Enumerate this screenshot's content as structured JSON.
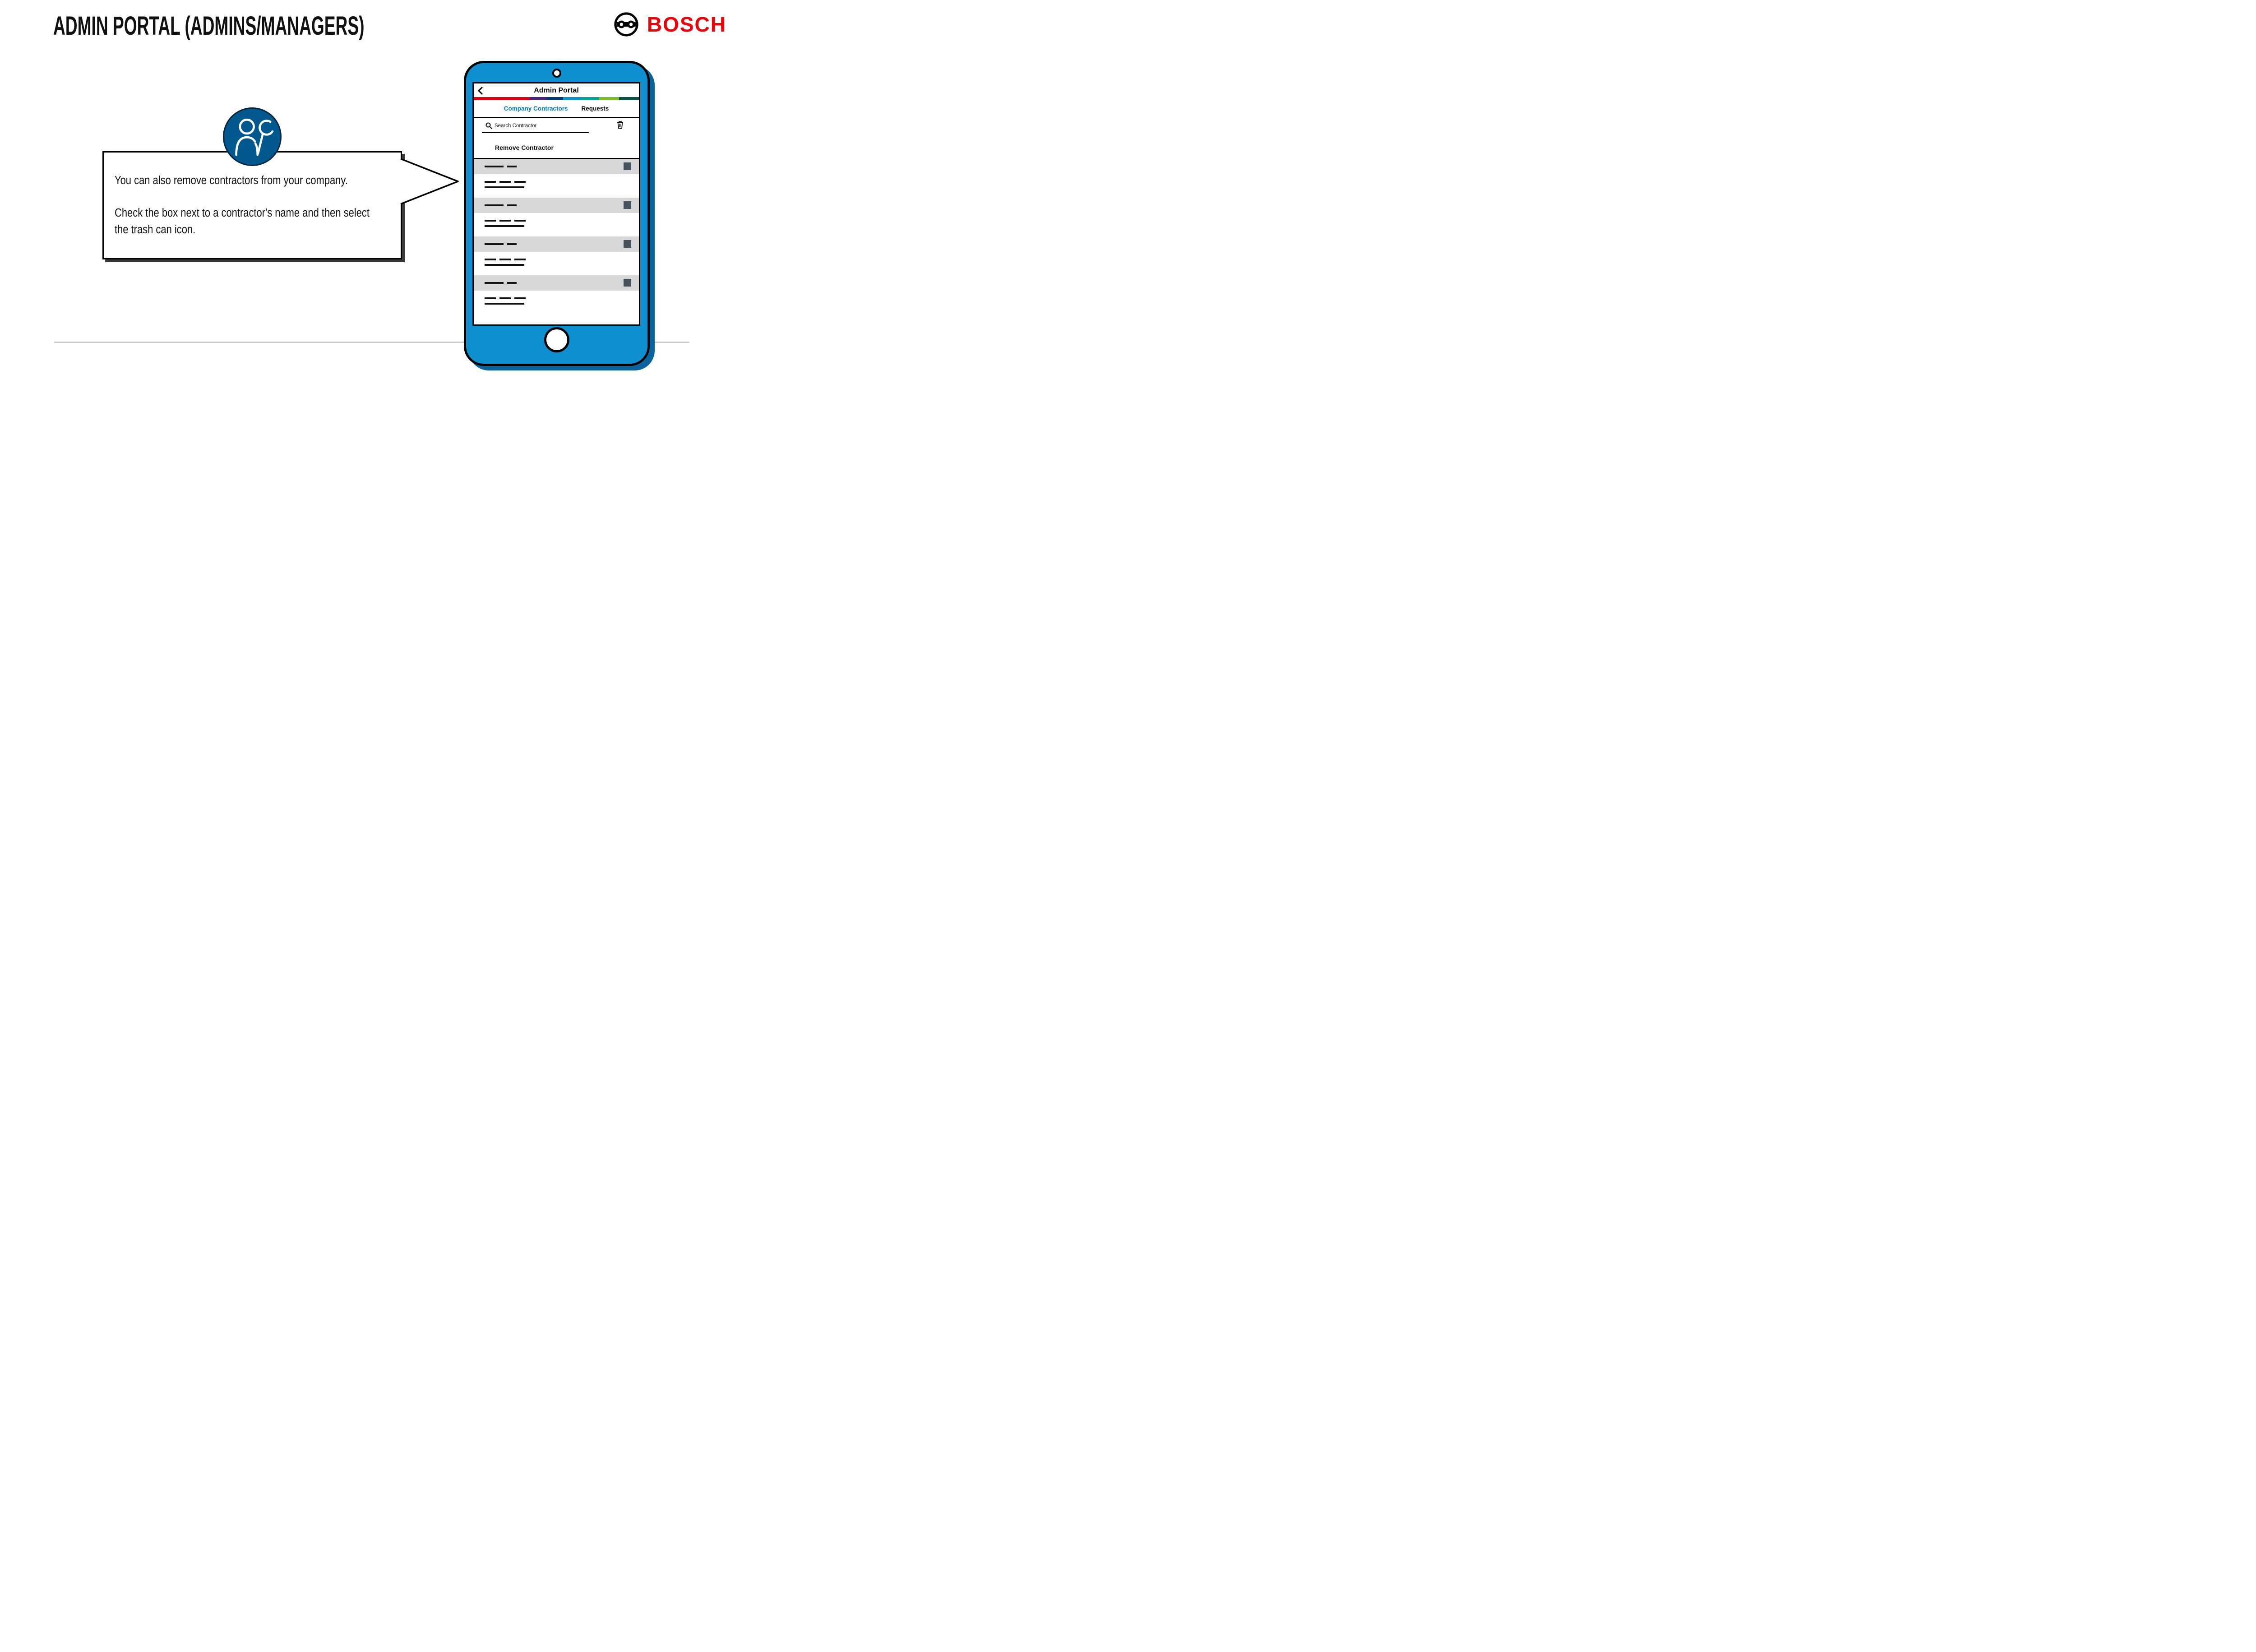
{
  "page": {
    "title": "ADMIN PORTAL (ADMINS/MANAGERS)",
    "brand": "BOSCH"
  },
  "callout": {
    "paragraph1": "You can also remove contractors from your company.",
    "paragraph2_line1": "Check the box next to a contractor's name and then select",
    "paragraph2_line2": "the trash can icon."
  },
  "phone": {
    "header": {
      "title": "Admin Portal"
    },
    "tabs": [
      {
        "label": "Company Contractors",
        "active": true
      },
      {
        "label": "Requests",
        "active": false
      }
    ],
    "search": {
      "placeholder": "Search Contractor"
    },
    "section_label": "Remove Contractor",
    "supergraphic_colors": [
      "#e20015",
      "#50237f",
      "#003b77",
      "#0096cf",
      "#00a79d",
      "#78be20",
      "#00584d"
    ],
    "contractors": [
      {
        "name_redacted": true,
        "details_redacted": true
      },
      {
        "name_redacted": true,
        "details_redacted": true
      },
      {
        "name_redacted": true,
        "details_redacted": true
      },
      {
        "name_redacted": true,
        "details_redacted": true
      }
    ]
  },
  "colors": {
    "bosch_red": "#ed0007",
    "tab_active_blue": "#007bc0",
    "phone_blue": "#0e8fd0",
    "badge_blue": "#00588f",
    "checkbox_slate": "#46525c",
    "row_gray": "#d7d7d7"
  }
}
